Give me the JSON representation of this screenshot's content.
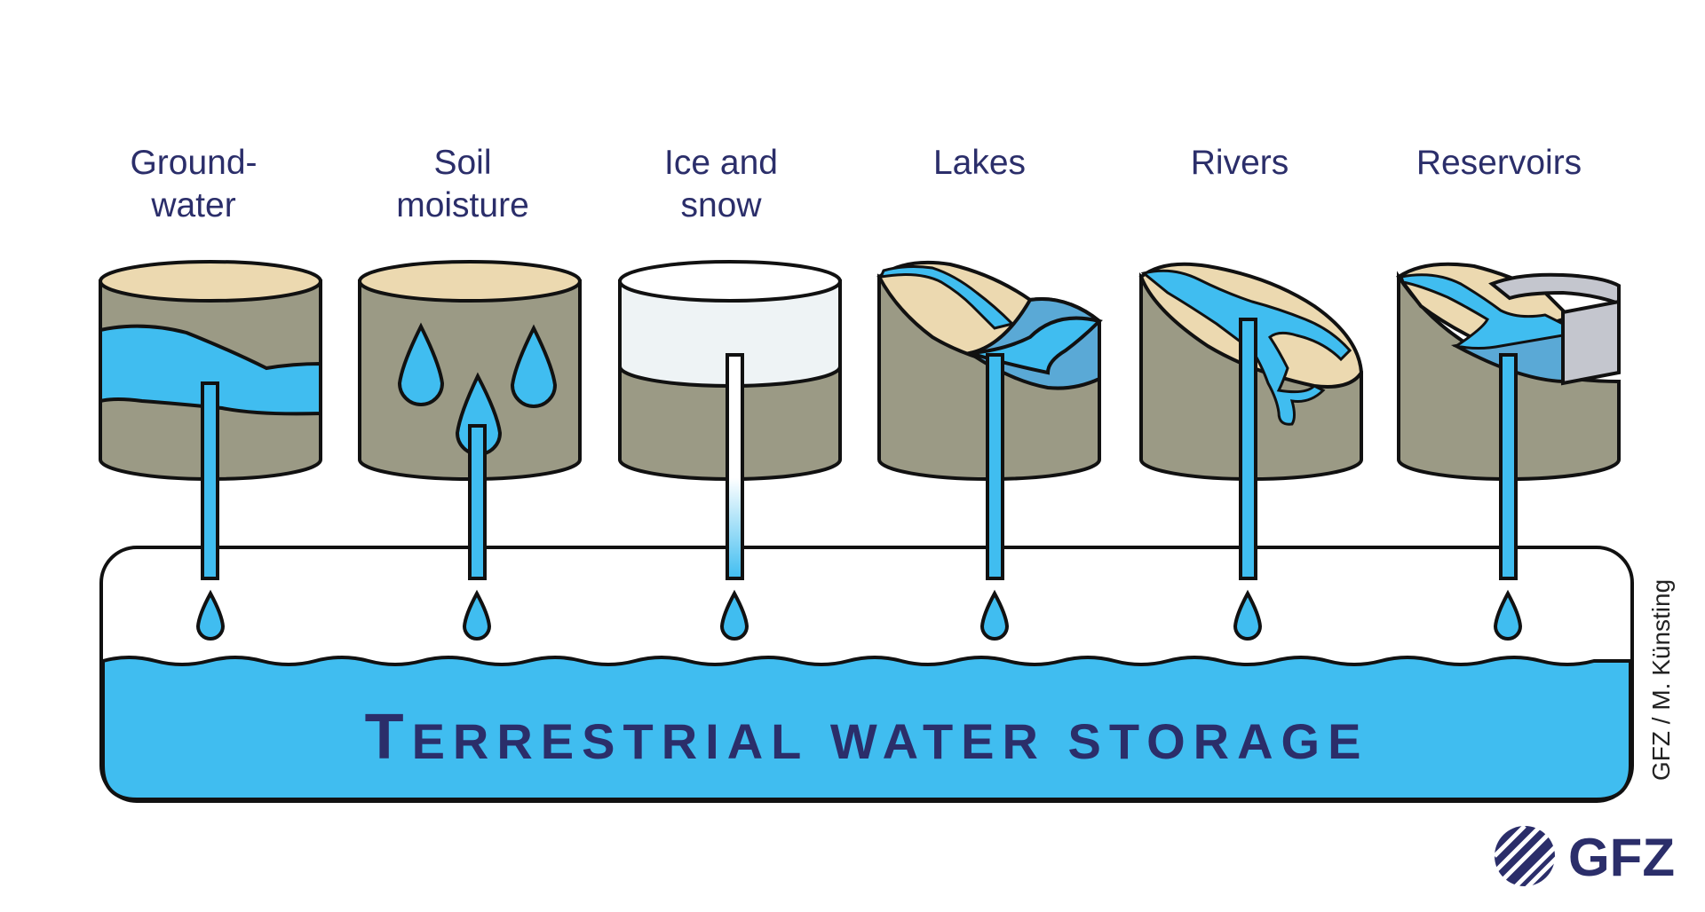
{
  "reservoirs": [
    {
      "id": "groundwater",
      "label_line1": "Ground-",
      "label_line2": "water"
    },
    {
      "id": "soil",
      "label_line1": "Soil",
      "label_line2": "moisture"
    },
    {
      "id": "ice",
      "label_line1": "Ice and",
      "label_line2": "snow"
    },
    {
      "id": "lakes",
      "label_line1": "Lakes",
      "label_line2": ""
    },
    {
      "id": "rivers",
      "label_line1": "Rivers",
      "label_line2": ""
    },
    {
      "id": "reservoirs",
      "label_line1": "Reservoirs",
      "label_line2": ""
    }
  ],
  "storage": {
    "title_big1": "T",
    "title_small1": "ERRESTRIAL ",
    "title_big2": "",
    "title_small2": "WATER STORAGE"
  },
  "credit": "GFZ / M. Künsting",
  "logo": "GFZ",
  "colors": {
    "water": "#40bdf0",
    "water_dark": "#5aa9d6",
    "soil": "#9b9a85",
    "sand": "#ecd9b0",
    "ice": "#eef3f5",
    "concrete": "#c4c6ce",
    "outline": "#111111",
    "text": "#2b2e6a"
  }
}
